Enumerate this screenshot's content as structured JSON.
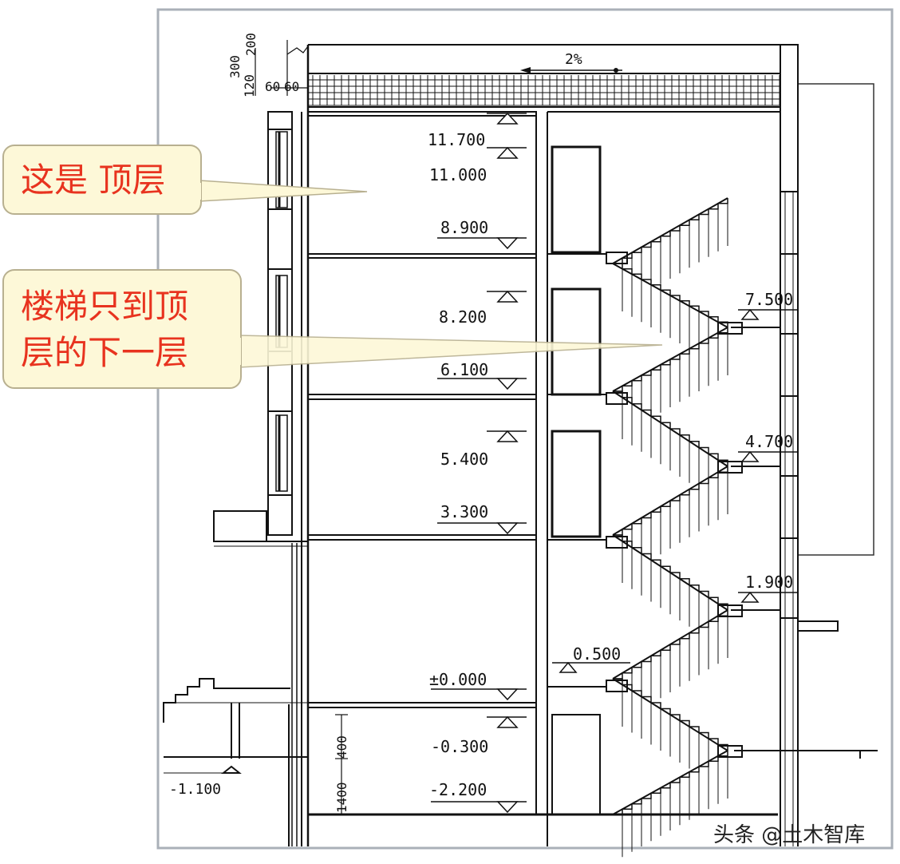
{
  "callouts": {
    "top": {
      "text": "这是 顶层"
    },
    "stair": {
      "line1": "楼梯只到顶",
      "line2": "层的下一层"
    }
  },
  "colors": {
    "callout_fill": "#fdf8d8",
    "callout_text": "#e8331f",
    "callout_border": "#b8b090",
    "line": "#111111",
    "frame": "#aab0b8"
  },
  "roof": {
    "slope": "2%"
  },
  "top_dims": {
    "d300": "300",
    "d120": "120",
    "d200": "200",
    "d60a": "60",
    "d60b": "60"
  },
  "elevations_left": [
    "11.700",
    "11.000",
    "8.900",
    "8.200",
    "6.100",
    "5.400",
    "3.300",
    "±0.000",
    "-0.300",
    "-2.200"
  ],
  "elevations_right": [
    "7.500",
    "4.700",
    "1.900",
    "0.500"
  ],
  "ground_left": "-1.100",
  "basement_dims": {
    "d1400": "1400",
    "d400": "400"
  },
  "watermark": "头条 @土木智库"
}
